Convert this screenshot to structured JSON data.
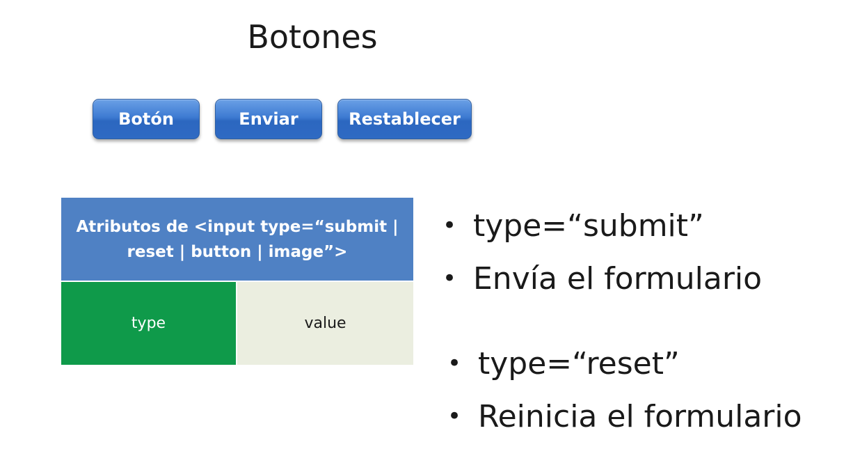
{
  "slide": {
    "title": "Botones"
  },
  "buttons": [
    {
      "label": "Botón"
    },
    {
      "label": "Enviar"
    },
    {
      "label": "Restablecer"
    }
  ],
  "attributes_table": {
    "header": "Atributos de <input type=“submit | reset | button | image”>",
    "cells": [
      "type",
      "value"
    ],
    "colors": {
      "header_bg": "#4f81c4",
      "type_bg": "#0f9a4a",
      "value_bg": "#ebeee0"
    }
  },
  "bullets_submit": [
    "type=“submit”",
    "Envía el formulario"
  ],
  "bullets_reset": [
    "type=“reset”",
    "Reinicia el formulario"
  ],
  "bullet_icon": "•"
}
